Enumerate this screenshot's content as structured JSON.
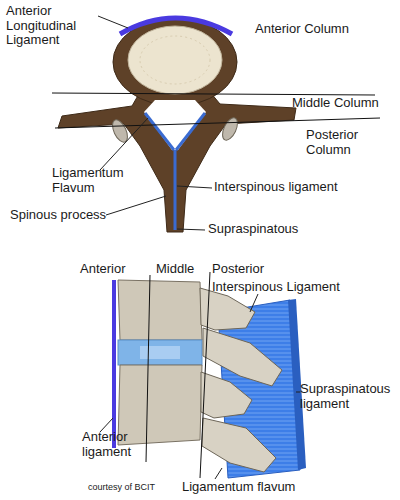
{
  "diagram": {
    "labels": [
      "Anterior Longitudinal Ligament",
      "Anterior Column",
      "Middle Column",
      "Posterior Column",
      "Ligamentum Flavum",
      "Interspinous ligament",
      "Spinous process",
      "Supraspinatous",
      "Anterior",
      "Middle",
      "Posterior",
      "Interspinous Ligament",
      "Supraspinatous ligament",
      "Anterior ligament",
      "Ligamentum flavum",
      "courtesy of BCIT"
    ]
  }
}
